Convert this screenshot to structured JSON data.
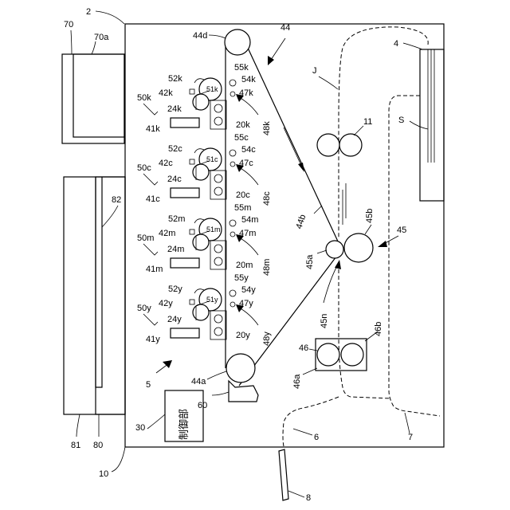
{
  "labels": {
    "apparatus": "2",
    "housing": "10",
    "scanner": "70",
    "scanner_glass": "70a",
    "control_unit": "30",
    "control_text": "制御部",
    "tray_unit": "80",
    "tray_outer": "81",
    "tray_inner": "82",
    "feed_tray": "4",
    "sheet": "S",
    "transport_path": "J",
    "registration_roller": "11",
    "belt_unit": "44",
    "belt": "44b",
    "roller_top": "44d",
    "roller_bottom": "44a",
    "belt_cleaner": "60",
    "image_forming": "5",
    "transfer_unit": "45",
    "transfer_a": "45a",
    "transfer_b": "45b",
    "nip": "45n",
    "fixing": "46",
    "fixing_a": "46a",
    "fixing_b": "46b",
    "ejection_path": "6",
    "duplex_path": "7",
    "manual_tray": "8"
  },
  "stations": [
    {
      "unit": "50k",
      "exposure": "41k",
      "develop": "24k",
      "charger": "42k",
      "cleaner": "52k",
      "drum": "51k",
      "primary": "20k",
      "roller_a": "55k",
      "roller_b": "54k",
      "transfer": "47k",
      "nip": "48k",
      "top_marker": "44d"
    },
    {
      "unit": "50c",
      "exposure": "41c",
      "develop": "24c",
      "charger": "42c",
      "cleaner": "52c",
      "drum": "51c",
      "primary": "20c",
      "roller_a": "55c",
      "roller_b": "54c",
      "transfer": "47c",
      "nip": "48c",
      "top_marker": ""
    },
    {
      "unit": "50m",
      "exposure": "41m",
      "develop": "24m",
      "charger": "42m",
      "cleaner": "52m",
      "drum": "51m",
      "primary": "20m",
      "roller_a": "55m",
      "roller_b": "54m",
      "transfer": "47m",
      "nip": "48m",
      "top_marker": ""
    },
    {
      "unit": "50y",
      "exposure": "41y",
      "develop": "24y",
      "charger": "42y",
      "cleaner": "52y",
      "drum": "51y",
      "primary": "20y",
      "roller_a": "55y",
      "roller_b": "54y",
      "transfer": "47y",
      "nip": "48y",
      "top_marker": ""
    }
  ]
}
